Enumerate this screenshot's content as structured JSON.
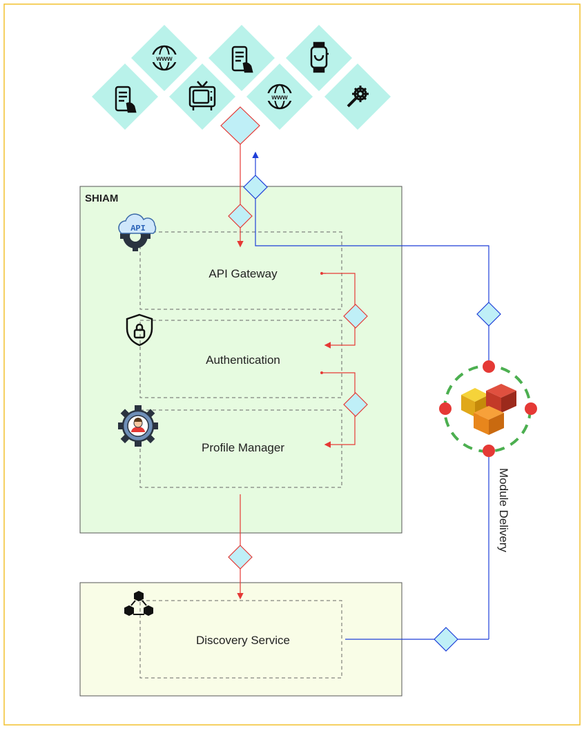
{
  "diagram": {
    "shiam_group_label": "SHIAM",
    "api_icon_text": "API",
    "nodes": {
      "api_gateway": "API Gateway",
      "authentication": "Authentication",
      "profile_manager": "Profile Manager",
      "discovery_service": "Discovery Service"
    },
    "module_delivery_label": "Module Delivery",
    "globe_icon_text": "www",
    "client_devices": [
      "mobile",
      "web",
      "tv",
      "mobile",
      "web",
      "smartwatch",
      "tools"
    ]
  },
  "colors": {
    "frame_border": "#f2c12e",
    "device_tile": "#b9f2ea",
    "shiam_fill": "#e6fbe0",
    "discovery_fill": "#f9fde7",
    "request_flow": "#e53935",
    "delivery_flow": "#1e3fd8",
    "connector_diamond": "#bfeff7"
  }
}
